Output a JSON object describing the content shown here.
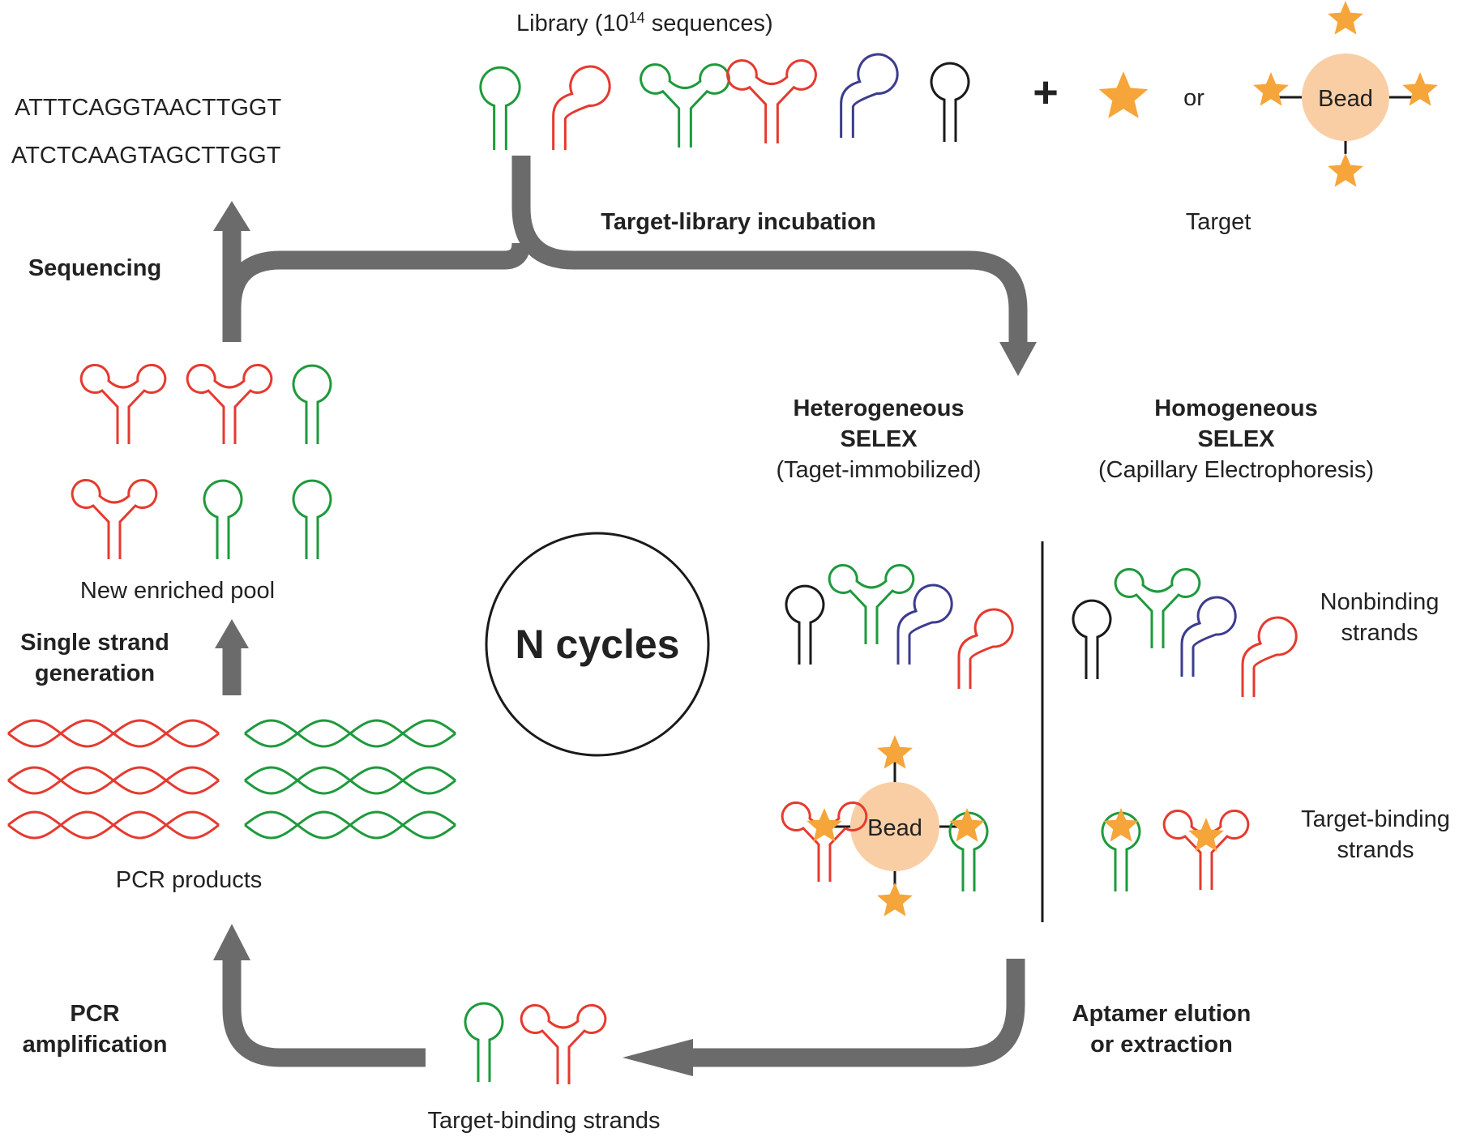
{
  "library": {
    "label_main": "Library (10",
    "label_sup": "14",
    "label_tail": " sequences)"
  },
  "sequences": [
    "ATTTCAGGTAACTTGGT",
    "ATCTCAAGTAGCTTGGT"
  ],
  "target": {
    "plus": "+",
    "or": "or",
    "bead": "Bead",
    "label": "Target"
  },
  "steps": {
    "incubation": "Target-library incubation",
    "sequencing": "Sequencing",
    "single_strand": [
      "Single strand",
      "generation"
    ],
    "pcr": [
      "PCR",
      "amplification"
    ],
    "elution": [
      "Aptamer elution",
      "or extraction"
    ]
  },
  "pools": {
    "enriched": "New enriched pool",
    "pcr_products": "PCR products",
    "target_binding_bottom": "Target-binding strands"
  },
  "center": "N cycles",
  "hetero": {
    "title": [
      "Heterogeneous",
      "SELEX"
    ],
    "sub": "(Taget-immobilized)",
    "bead": "Bead"
  },
  "homo": {
    "title": [
      "Homogeneous",
      "SELEX"
    ],
    "sub": "(Capillary Electrophoresis)"
  },
  "row_labels": {
    "nonbinding": [
      "Nonbinding",
      "strands"
    ],
    "binding": [
      "Target-binding",
      "strands"
    ]
  },
  "colors": {
    "green": "#1e9a3c",
    "red": "#e53a2f",
    "purple": "#3c3c8f",
    "black": "#1a1a1a",
    "arrow": "#6b6b6b",
    "star": "#f6a53a",
    "bead": "#f9ceA5"
  }
}
